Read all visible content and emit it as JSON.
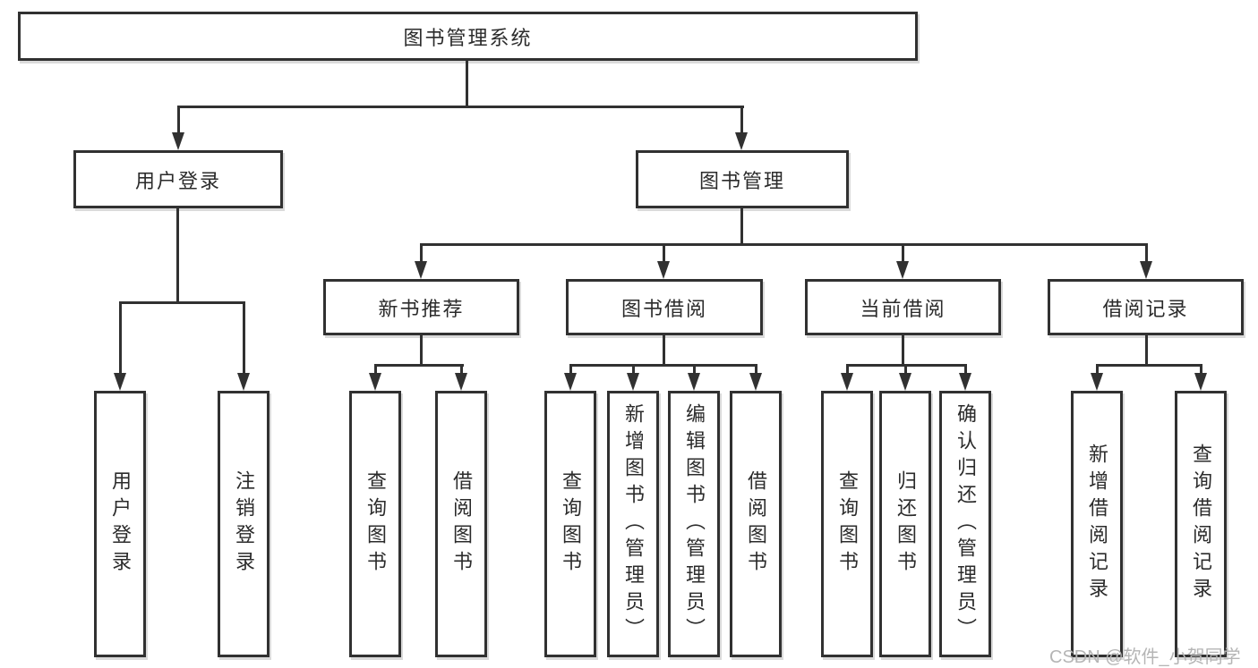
{
  "diagram_type": "tree",
  "tree": {
    "label": "图书管理系统",
    "children": [
      {
        "label": "用户登录",
        "children": [
          {
            "label": "用户登录"
          },
          {
            "label": "注销登录"
          }
        ]
      },
      {
        "label": "图书管理",
        "children": [
          {
            "label": "新书推荐",
            "children": [
              {
                "label": "查询图书"
              },
              {
                "label": "借阅图书"
              }
            ]
          },
          {
            "label": "图书借阅",
            "children": [
              {
                "label": "查询图书"
              },
              {
                "label": "新增图书（管理员）"
              },
              {
                "label": "编辑图书（管理员）"
              },
              {
                "label": "借阅图书"
              }
            ]
          },
          {
            "label": "当前借阅",
            "children": [
              {
                "label": "查询图书"
              },
              {
                "label": "归还图书"
              },
              {
                "label": "确认归还（管理员）"
              }
            ]
          },
          {
            "label": "借阅记录",
            "children": [
              {
                "label": "新增借阅记录"
              },
              {
                "label": "查询借阅记录"
              }
            ]
          }
        ]
      }
    ]
  },
  "watermark": {
    "text": "CSDN @软件_小贺同学"
  },
  "colors": {
    "line": "#313131",
    "box_border": "#313131",
    "text": "#2b2b2b",
    "watermark": "#b5b5b5",
    "background": "#ffffff"
  }
}
